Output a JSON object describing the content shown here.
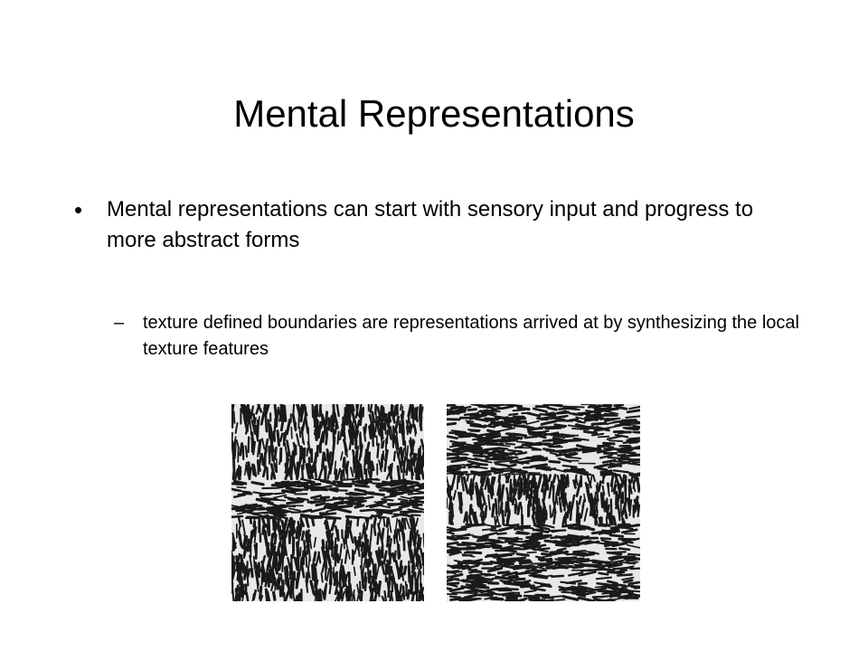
{
  "slide": {
    "title": "Mental Representations",
    "bullets": [
      {
        "marker": "•",
        "text": "Mental representations can start with sensory input and progress to more abstract forms"
      },
      {
        "marker": "–",
        "text": "texture defined boundaries are representations arrived at by synthesizing the local texture features"
      }
    ],
    "figures": [
      {
        "name": "texture-left",
        "bands": [
          {
            "orientation": "vertical",
            "fraction": 0.38
          },
          {
            "orientation": "horizontal",
            "fraction": 0.2
          },
          {
            "orientation": "vertical",
            "fraction": 0.42
          }
        ]
      },
      {
        "name": "texture-right",
        "bands": [
          {
            "orientation": "horizontal",
            "fraction": 0.36
          },
          {
            "orientation": "vertical",
            "fraction": 0.25
          },
          {
            "orientation": "horizontal",
            "fraction": 0.39
          }
        ]
      }
    ],
    "colors": {
      "background": "#ffffff",
      "text": "#000000",
      "texture_dark": "#1a1a1a",
      "texture_light": "#e8e8e8"
    }
  }
}
